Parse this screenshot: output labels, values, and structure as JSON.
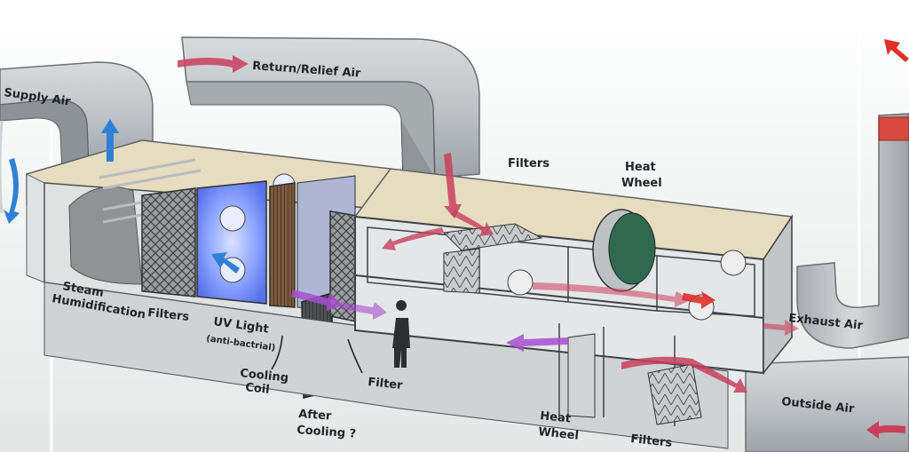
{
  "labels": {
    "supply_air": "Supply Air",
    "return_relief_air": "Return/Relief Air",
    "filters_top": "Filters",
    "heat_wheel_top_1": "Heat",
    "heat_wheel_top_2": "Wheel",
    "steam_1": "Steam",
    "steam_2": "Humidification",
    "filters_left": "Filters",
    "uv_1": "UV Light",
    "uv_2": "(anti-bactrial)",
    "cooling_1": "Cooling",
    "cooling_2": "Coil",
    "after_1": "After",
    "after_2": "Cooling ?",
    "filter_mid": "Filter",
    "heat_wheel_bottom_1": "Heat",
    "heat_wheel_bottom_2": "Wheel",
    "filters_bottom": "Filters",
    "exhaust_air": "Exhaust Air",
    "outside_air": "Outside Air"
  },
  "colors": {
    "supply_arrow": "#2f7fd6",
    "return_arrow": "#c8405e",
    "purple_arrow": "#a64fd0",
    "exhaust_arrow": "#e0302a",
    "housing_fill": "#e9ecec",
    "insulation": "#e6dcc0",
    "uv_glow": "#6f8cff"
  }
}
